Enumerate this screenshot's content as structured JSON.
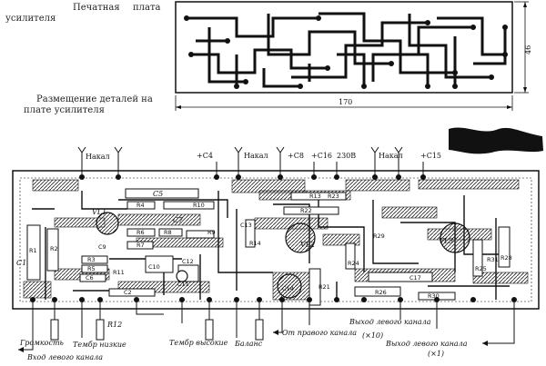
{
  "captions": {
    "pcb_line1a": "Печатная",
    "pcb_line1b": "плата",
    "pcb_line2": "усилителя",
    "place_line1": "Размещение деталей на",
    "place_line2": "плате усилителя"
  },
  "dimensions": {
    "width": "170",
    "height": "46"
  },
  "supply_labels": [
    "Накал",
    "+C4",
    "Накал",
    "+C8",
    "+C16",
    "230В",
    "Накал",
    "+C15"
  ],
  "components": [
    "C5",
    "VL1",
    "R4",
    "C7",
    "R6",
    "R7",
    "R8",
    "R9",
    "R10",
    "C1",
    "R1",
    "R2",
    "R3",
    "R5",
    "C9",
    "C10",
    "C12",
    "R11",
    "C6",
    "C2",
    "C13",
    "C11",
    "R13",
    "R14",
    "R21",
    "R22",
    "R23",
    "R24",
    "R25",
    "R26",
    "R28",
    "R29",
    "R30",
    "R31",
    "C14",
    "C17",
    "VL2",
    "VL3"
  ],
  "bottom_labels": {
    "volume": "Громкость",
    "left_in": "Вход левого канала",
    "r12": "R12",
    "tone_low": "Тембр низкие",
    "tone_high": "Тембр высокие",
    "balance": "Баланс",
    "right_ch": "От правого канала",
    "left_out_10": "Выход левого канала",
    "x10": "(×10)",
    "left_out_1": "Выход левого канала",
    "x1": "(×1)"
  }
}
